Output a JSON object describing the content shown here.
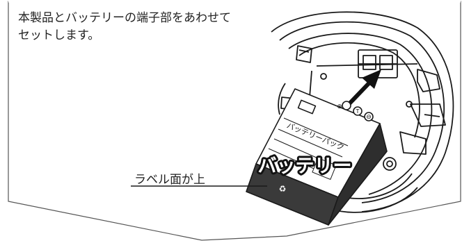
{
  "instruction": {
    "line1": "本製品とバッテリーの端子部をあわせて",
    "line2": "セットします。"
  },
  "callouts": {
    "battery_label": "バッテリー",
    "label_side_up": "ラベル面が上"
  },
  "battery": {
    "side_text": "バッテリーパック",
    "terminals": [
      "⊕",
      "T",
      "⊖"
    ],
    "recycle_mark": "♻"
  },
  "colors": {
    "line": "#1a1a1a",
    "battery_body": "#3a3a3a",
    "battery_top": "#ffffff",
    "frame_fill": "#ffffff"
  }
}
